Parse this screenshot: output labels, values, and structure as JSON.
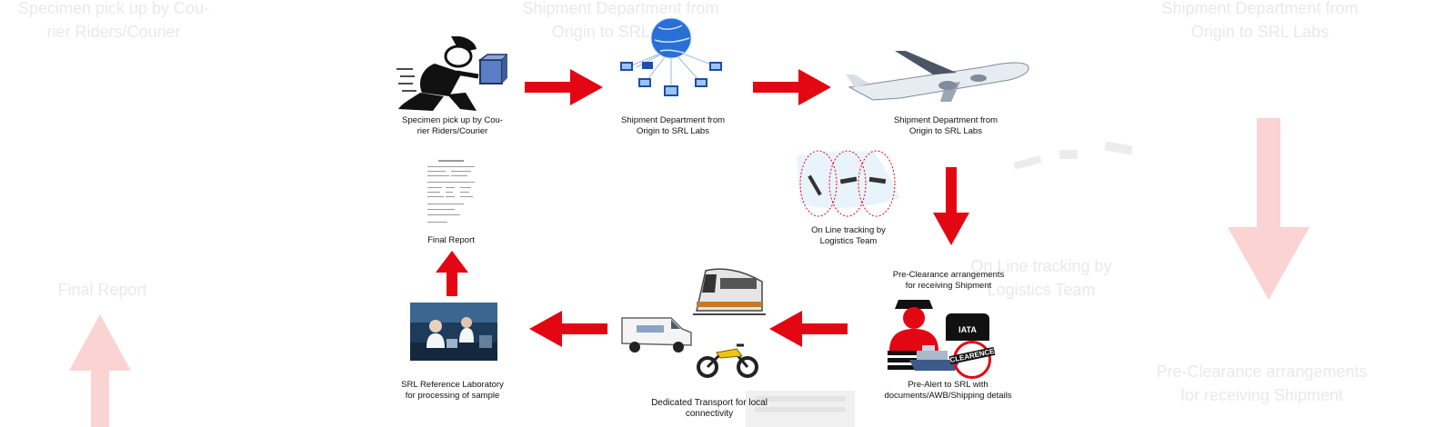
{
  "steps": {
    "pickup": {
      "line1": "Specimen pick up by Cou-",
      "line2": "rier Riders/Courier"
    },
    "shipment_dept": {
      "line1": "Shipment Department from",
      "line2": "Origin to SRL Labs"
    },
    "shipment_air": {
      "line1": "Shipment Department from",
      "line2": "Origin to SRL Labs"
    },
    "tracking": {
      "line1": "On Line tracking by",
      "line2": "Logistics Team"
    },
    "pre_clearance": {
      "line1": "Pre-Clearance arrangements",
      "line2": "for receiving Shipment"
    },
    "pre_alert": {
      "line1": "Pre-Alert to SRL with",
      "line2": "documents/AWB/Shipping details"
    },
    "transport": {
      "line1": "Dedicated Transport for local",
      "line2": "connectivity"
    },
    "lab": {
      "line1": "SRL Reference Laboratory",
      "line2": "for processing of sample"
    },
    "final_report": {
      "line1": "Final Report"
    }
  },
  "ghost_text": {
    "pickup": {
      "line1": "Specimen pick up by Cou-",
      "line2": "rier Riders/Courier"
    },
    "shipment_center": {
      "line1": "Shipment Department from",
      "line2": "Origin to SRL Labs"
    },
    "shipment_right": {
      "line1": "Shipment Department from",
      "line2": "Origin to SRL Labs"
    },
    "final_report": "Final Report",
    "tracking": {
      "line1": "On Line tracking by",
      "line2": "Logistics Team"
    },
    "pre_clearance": {
      "line1": "Pre-Clearance arrangements",
      "line2": "for receiving Shipment"
    }
  },
  "icons": {
    "iata": "IATA",
    "clearence": "CLEARENCE"
  },
  "colors": {
    "arrow": "#e30613",
    "ghost_arrow": "#fbd3d3"
  }
}
